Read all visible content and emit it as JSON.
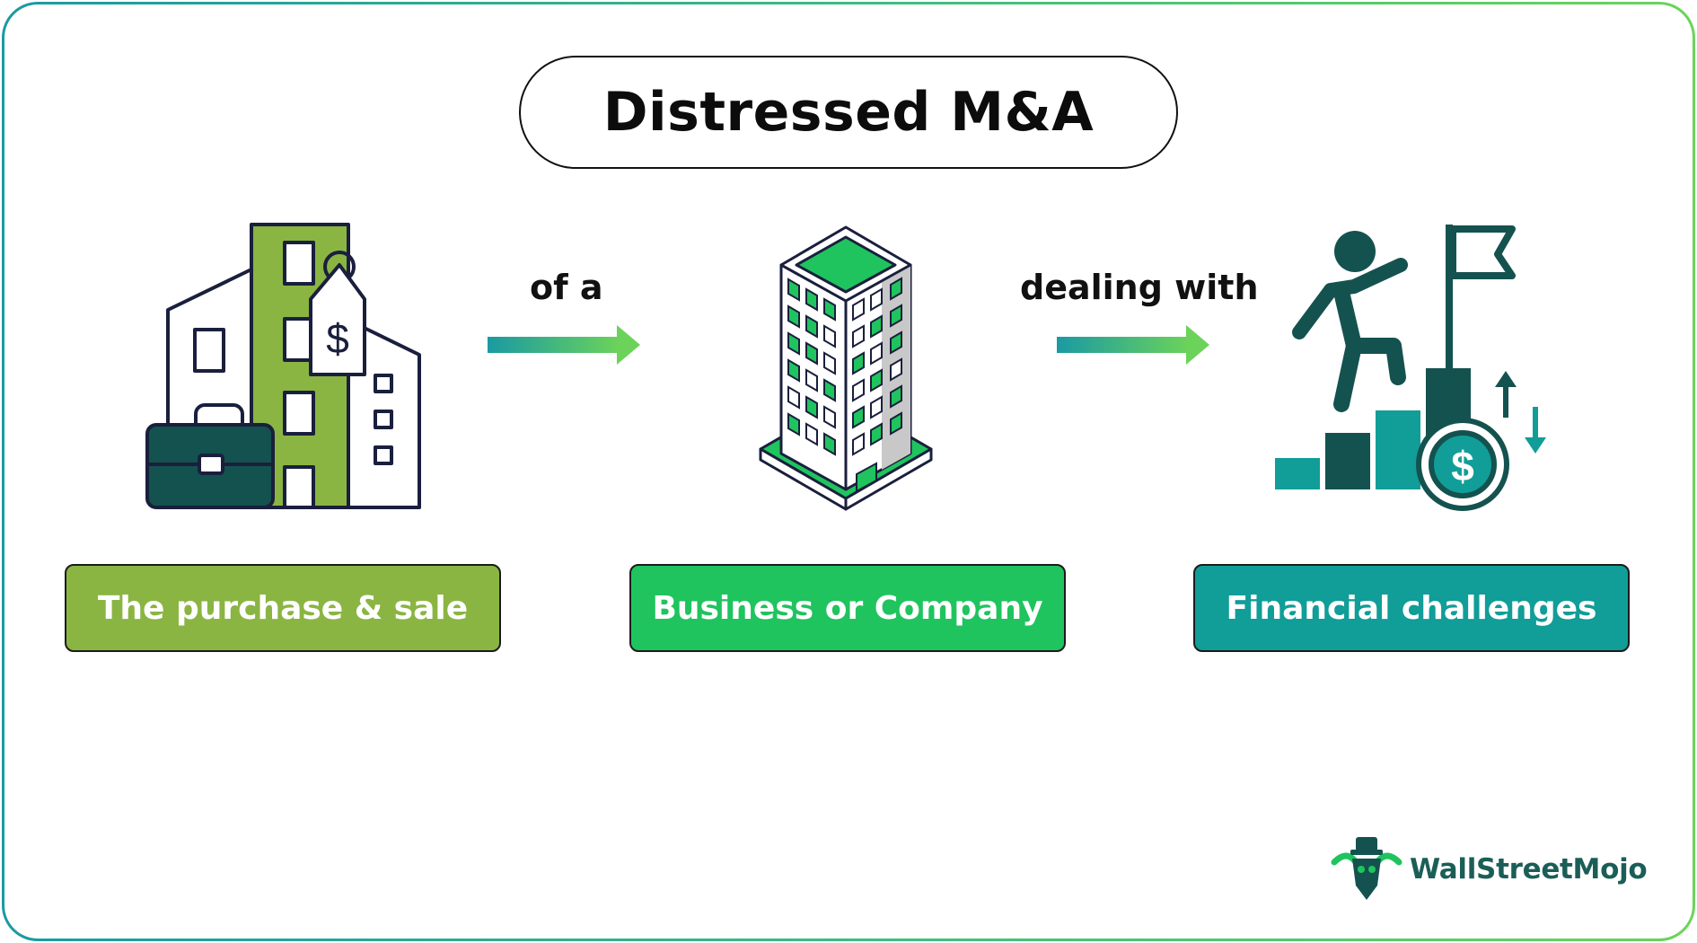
{
  "title": "Distressed M&A",
  "steps": [
    {
      "label": "The purchase & sale",
      "color": "#8ab542",
      "icon": "buildings-price-tag-briefcase-icon"
    },
    {
      "label": "Business or Company",
      "color": "#1fc45e",
      "icon": "office-tower-icon"
    },
    {
      "label": "Financial challenges",
      "color": "#119d98",
      "icon": "climbing-person-finance-icon"
    }
  ],
  "connectors": [
    {
      "label": "of a"
    },
    {
      "label": "dealing with"
    }
  ],
  "brand": {
    "name": "WallStreetMojo",
    "icon": "wallstreetmojo-bull-logo-icon"
  },
  "colors": {
    "olive": "#8ab542",
    "green": "#1fc45e",
    "teal": "#119d98",
    "dark_teal": "#14524f",
    "navy_outline": "#1a1f3d"
  }
}
